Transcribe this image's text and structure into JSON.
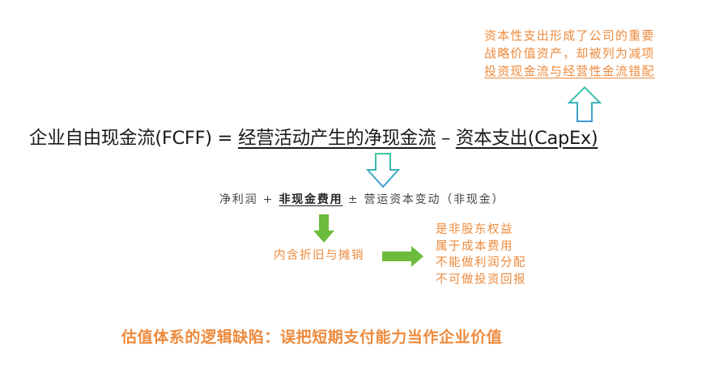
{
  "note": {
    "lines": [
      "资本性支出形成了公司的重要",
      "战略价值资产，却被列为减项",
      "投资现金流与经营性金流错配"
    ],
    "underlined_line_index": 2,
    "color": "#ee8a3c"
  },
  "formula": {
    "lhs": "企业自由现金流(FCFF)",
    "equals": " = ",
    "term1": "经营活动产生的净现金流",
    "minus": " – ",
    "term2": "资本支出(CapEx)",
    "color": "#1a1a1a"
  },
  "sub_formula": {
    "part1": "净利润 + ",
    "part2": "非现金费用",
    "part3": " ± 营运资本变动（非现金）"
  },
  "depreciation_label": "内含折旧与摊销",
  "characteristics": [
    "是非股东权益",
    "属于成本费用",
    "不能做利润分配",
    "不可做投资回报"
  ],
  "conclusion": "估值体系的逻辑缺陷：误把短期支付能力当作企业价值",
  "colors": {
    "accent_orange": "#ee8a3c",
    "arrow_green": "#6cbb3c",
    "outline_arrow_top": "#3cc8a0",
    "outline_arrow_bottom": "#3c9ad8"
  },
  "arrows": [
    {
      "name": "up-outline-arrow",
      "direction": "up",
      "style": "outline-gradient"
    },
    {
      "name": "down-outline-arrow",
      "direction": "down",
      "style": "outline-gradient"
    },
    {
      "name": "down-green-arrow",
      "direction": "down",
      "style": "solid-green"
    },
    {
      "name": "right-green-arrow",
      "direction": "right",
      "style": "solid-green"
    }
  ]
}
